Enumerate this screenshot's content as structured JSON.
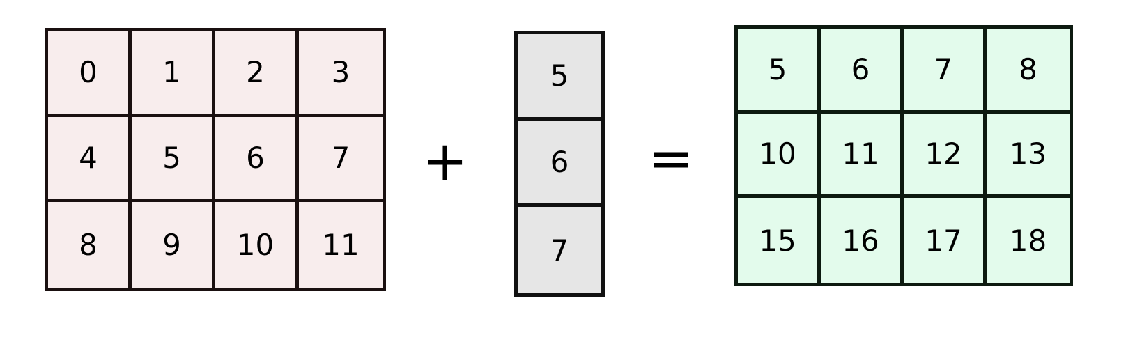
{
  "matrix_a": {
    "rows": [
      [
        "0",
        "1",
        "2",
        "3"
      ],
      [
        "4",
        "5",
        "6",
        "7"
      ],
      [
        "8",
        "9",
        "10",
        "11"
      ]
    ],
    "fill_color": "#f8eded"
  },
  "plus": "+",
  "vector_b": {
    "rows": [
      "5",
      "6",
      "7"
    ],
    "fill_color": "#e6e6e6"
  },
  "equals": "=",
  "matrix_c": {
    "rows": [
      [
        "5",
        "6",
        "7",
        "8"
      ],
      [
        "10",
        "11",
        "12",
        "13"
      ],
      [
        "15",
        "16",
        "17",
        "18"
      ]
    ],
    "fill_color": "#e3fbec"
  }
}
